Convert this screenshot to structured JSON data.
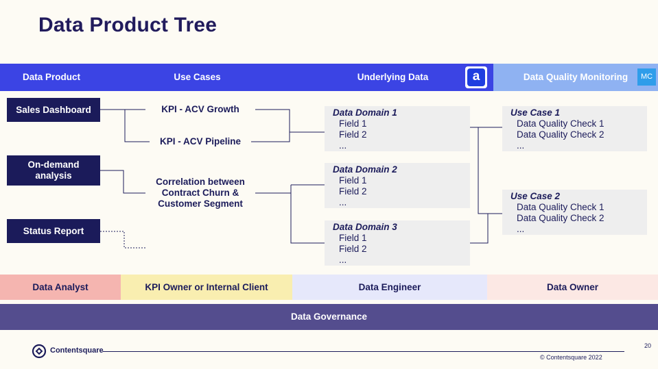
{
  "title": "Data Product Tree",
  "header": {
    "data_product": "Data Product",
    "use_cases": "Use Cases",
    "underlying_data": "Underlying Data",
    "underlying_logo": "a",
    "dq_monitoring": "Data Quality Monitoring",
    "dq_logo": "MC"
  },
  "data_products": [
    {
      "label": "Sales Dashboard"
    },
    {
      "label": "On-demand analysis"
    },
    {
      "label": "Status Report"
    }
  ],
  "use_cases": [
    {
      "label": "KPI - ACV Growth"
    },
    {
      "label": "KPI - ACV Pipeline"
    },
    {
      "label": "Correlation between Contract Churn & Customer  Segment"
    }
  ],
  "data_domains": [
    {
      "title": "Data Domain 1",
      "items": [
        "Field 1",
        "Field 2",
        "..."
      ]
    },
    {
      "title": "Data Domain 2",
      "items": [
        "Field 1",
        "Field 2",
        "..."
      ]
    },
    {
      "title": "Data Domain 3",
      "items": [
        "Field 1",
        "Field 2",
        "..."
      ]
    }
  ],
  "dq_use_cases": [
    {
      "title": "Use Case 1",
      "items": [
        "Data Quality Check 1",
        "Data Quality Check 2",
        "..."
      ]
    },
    {
      "title": "Use Case 2",
      "items": [
        "Data Quality Check 1",
        "Data Quality Check 2",
        "..."
      ]
    }
  ],
  "roles": {
    "analyst": "Data Analyst",
    "kpi_owner": "KPI Owner or Internal Client",
    "engineer": "Data Engineer",
    "owner": "Data Owner"
  },
  "role_colors": {
    "analyst": "#f5b5b0",
    "kpi_owner": "#f9eeb0",
    "engineer": "#e6e8fb",
    "owner": "#fce8e4"
  },
  "governance": "Data Governance",
  "footer": {
    "brand": "Contentsquare",
    "copyright": "© Contentsquare 2022",
    "page_number": "20"
  }
}
